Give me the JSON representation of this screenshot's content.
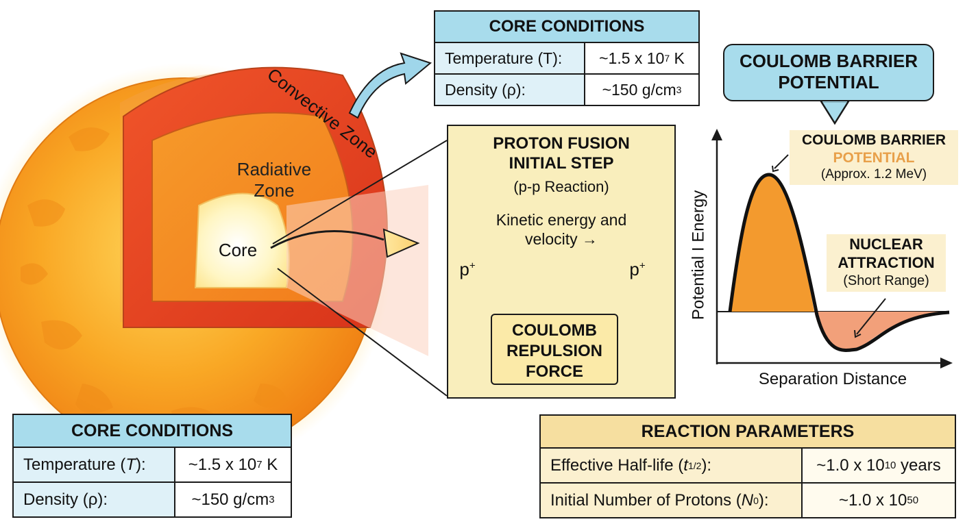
{
  "sun": {
    "zone_convective": "Convective Zone",
    "zone_radiative_line1": "Radiative",
    "zone_radiative_line2": "Zone",
    "zone_core": "Core",
    "colors": {
      "outer": "#f7a21b",
      "convective": "#e8401e",
      "radiative": "#f58a1e",
      "core": "#fff7c8"
    }
  },
  "core_table_top": {
    "title": "CORE CONDITIONS",
    "rows": [
      {
        "label_prefix": "Temperature (T):",
        "value_base": "~1.5 x 10",
        "value_sup": "7",
        "value_suffix": " K"
      },
      {
        "label_prefix": "Density (ρ):",
        "value_base": "~150 g/cm",
        "value_sup": "3",
        "value_suffix": ""
      }
    ]
  },
  "core_table_bottom": {
    "title": "CORE CONDITIONS",
    "rows": [
      {
        "label_prefix": "Temperature (",
        "label_var": "T",
        "label_suffix": "):",
        "value_base": "~1.5 x 10",
        "value_sup": "7",
        "value_suffix": " K"
      },
      {
        "label_prefix": "Density (ρ):",
        "value_base": "~150 g/cm",
        "value_sup": "3",
        "value_suffix": ""
      }
    ]
  },
  "fusion_panel": {
    "title_line1": "PROTON FUSION",
    "title_line2": "INITIAL STEP",
    "subtitle": "(p-p Reaction)",
    "kinetic_line1": "Kinetic energy and",
    "kinetic_line2": "velocity →",
    "proton_label": "p",
    "proton_charge": "+",
    "repulsion_line1": "COULOMB",
    "repulsion_line2": "REPULSION",
    "repulsion_line3": "FORCE"
  },
  "potential_plot": {
    "callout_line1": "COULOMB BARRIER",
    "callout_line2": "POTENTIAL",
    "barrier_label_line1": "COULOMB BARRIER",
    "barrier_label_line2": "POTENTIAL",
    "barrier_label_line3": "(Approx. 1.2 MeV)",
    "nuclear_line1": "NUCLEAR",
    "nuclear_line2": "ATTRACTION",
    "nuclear_line3": "(Short Range)",
    "ylabel": "Potential I Energy",
    "xlabel": "Separation Distance"
  },
  "reaction_table": {
    "title": "REACTION PARAMETERS",
    "rows": [
      {
        "label_prefix": "Effective Half-life (",
        "label_var": "t",
        "label_sub": "1/2",
        "label_suffix": "):",
        "value_base": "~1.0 x 10",
        "value_sup": "10",
        "value_suffix": " years"
      },
      {
        "label_prefix": "Initial Number of Protons (",
        "label_var": "N",
        "label_sub": "0",
        "label_suffix": "):",
        "value_base": "~1.0 x 10",
        "value_sup": "50",
        "value_suffix": ""
      }
    ]
  }
}
